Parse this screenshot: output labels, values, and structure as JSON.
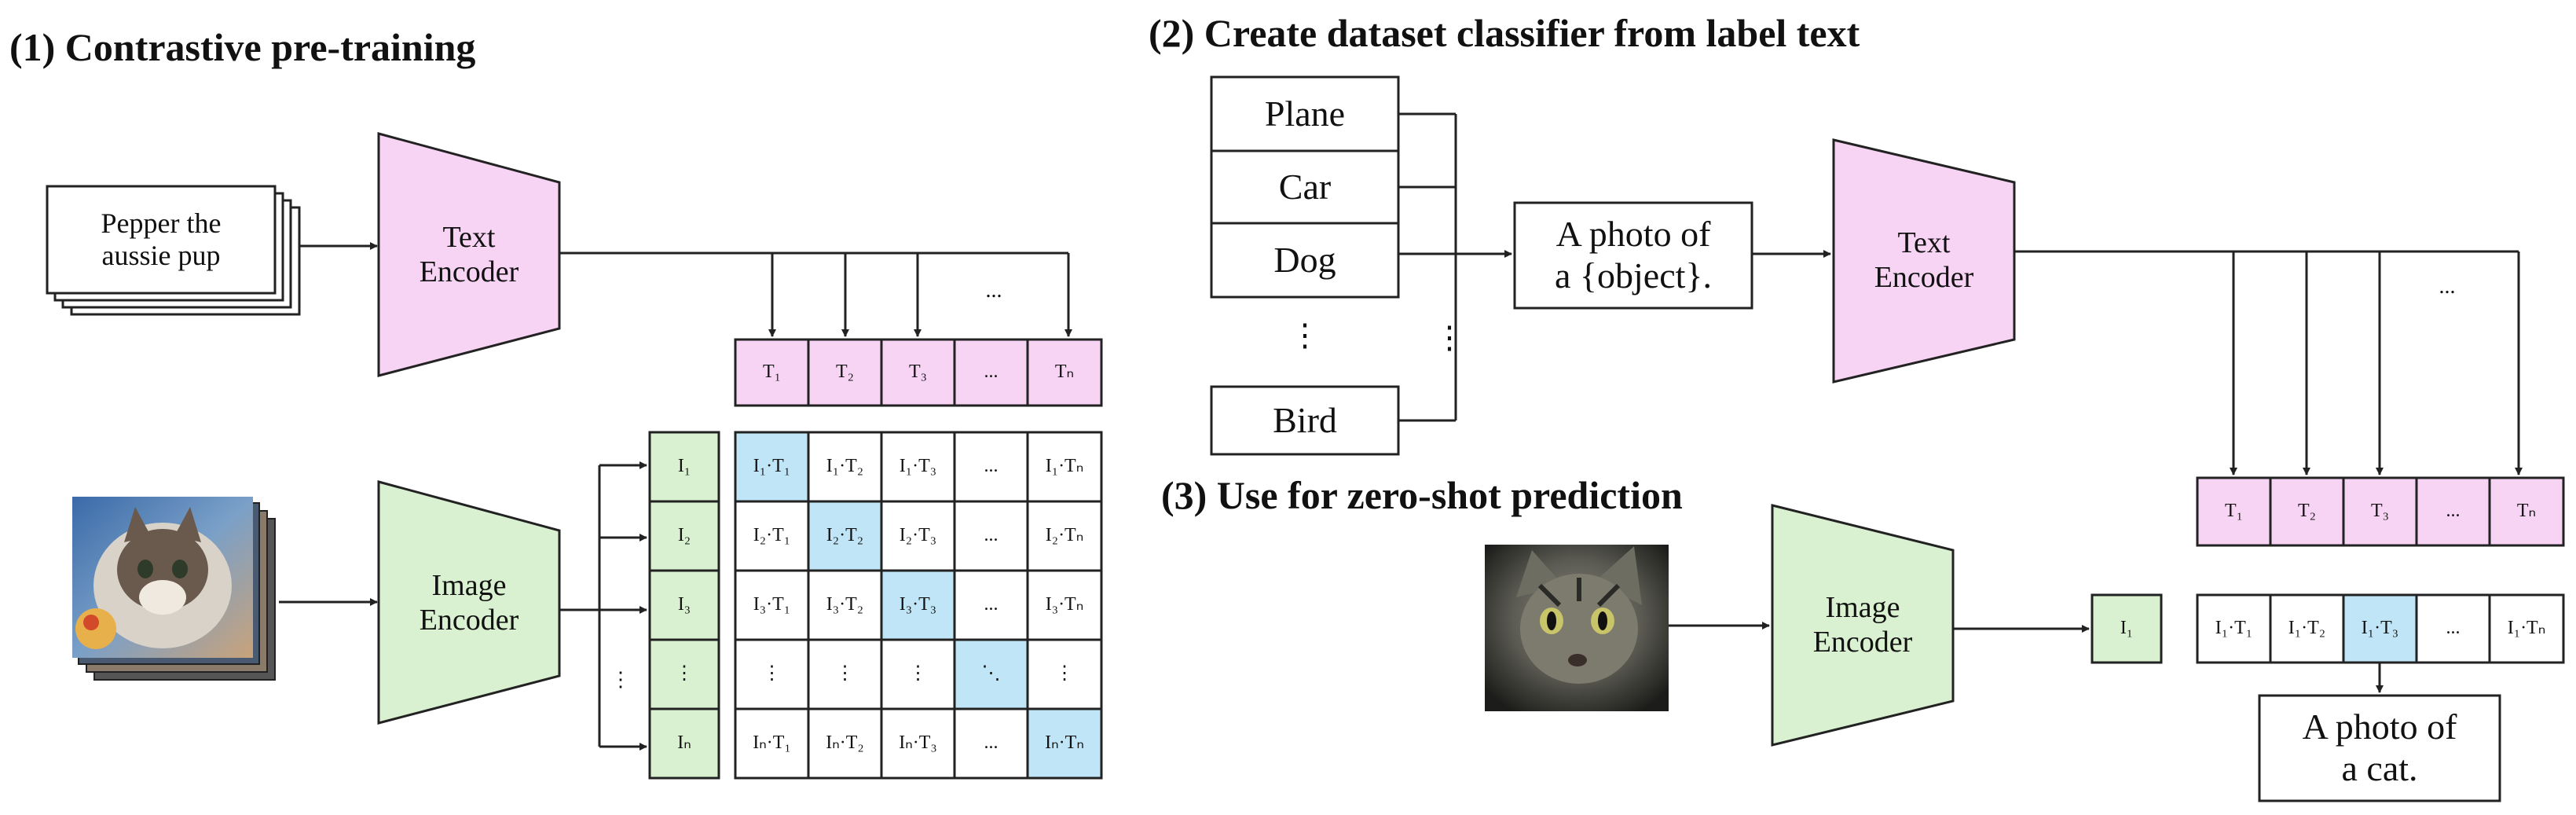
{
  "section1": {
    "title": "(1) Contrastive pre-training",
    "text_card": [
      "Pepper the",
      "aussie pup"
    ],
    "text_encoder": [
      "Text",
      "Encoder"
    ],
    "image_encoder": [
      "Image",
      "Encoder"
    ],
    "ellipsis": "...",
    "vdots": "⋮",
    "ddots": "⋱",
    "text_vectors": [
      "T₁",
      "T₂",
      "T₃",
      "...",
      "Tₙ"
    ],
    "image_vectors": [
      "I₁",
      "I₂",
      "I₃",
      "⋮",
      "Iₙ"
    ],
    "matrix": [
      [
        "I₁·T₁",
        "I₁·T₂",
        "I₁·T₃",
        "...",
        "I₁·Tₙ"
      ],
      [
        "I₂·T₁",
        "I₂·T₂",
        "I₂·T₃",
        "...",
        "I₂·Tₙ"
      ],
      [
        "I₃·T₁",
        "I₃·T₂",
        "I₃·T₃",
        "...",
        "I₃·Tₙ"
      ],
      [
        "⋮",
        "⋮",
        "⋮",
        "⋱",
        "⋮"
      ],
      [
        "Iₙ·T₁",
        "Iₙ·T₂",
        "Iₙ·T₃",
        "...",
        "Iₙ·Tₙ"
      ]
    ],
    "highlight_diagonal": true
  },
  "section2": {
    "title": "(2) Create dataset classifier from label text",
    "labels": [
      "Plane",
      "Car",
      "Dog",
      "⋮",
      "Bird"
    ],
    "vdots": "⋮",
    "template": [
      "A photo of",
      "a {object}."
    ],
    "text_encoder": [
      "Text",
      "Encoder"
    ],
    "ellipsis": "...",
    "text_vectors": [
      "T₁",
      "T₂",
      "T₃",
      "...",
      "Tₙ"
    ]
  },
  "section3": {
    "title": "(3) Use for zero-shot prediction",
    "image_encoder": [
      "Image",
      "Encoder"
    ],
    "image_vector": "I₁",
    "products": [
      "I₁·T₁",
      "I₁·T₂",
      "I₁·T₃",
      "...",
      "I₁·Tₙ"
    ],
    "highlight_index": 2,
    "prediction": [
      "A photo of",
      "a cat."
    ]
  },
  "colors": {
    "text_encoder_fill": "#f8d4f4",
    "image_encoder_fill": "#d9f1d0",
    "text_vector_fill": "#f8d4f4",
    "image_vector_fill": "#d9f1d0",
    "highlight_fill": "#bfe5f6",
    "line": "#222222"
  },
  "icons": [
    "cat-photo",
    "kitten-photo",
    "arrow"
  ]
}
